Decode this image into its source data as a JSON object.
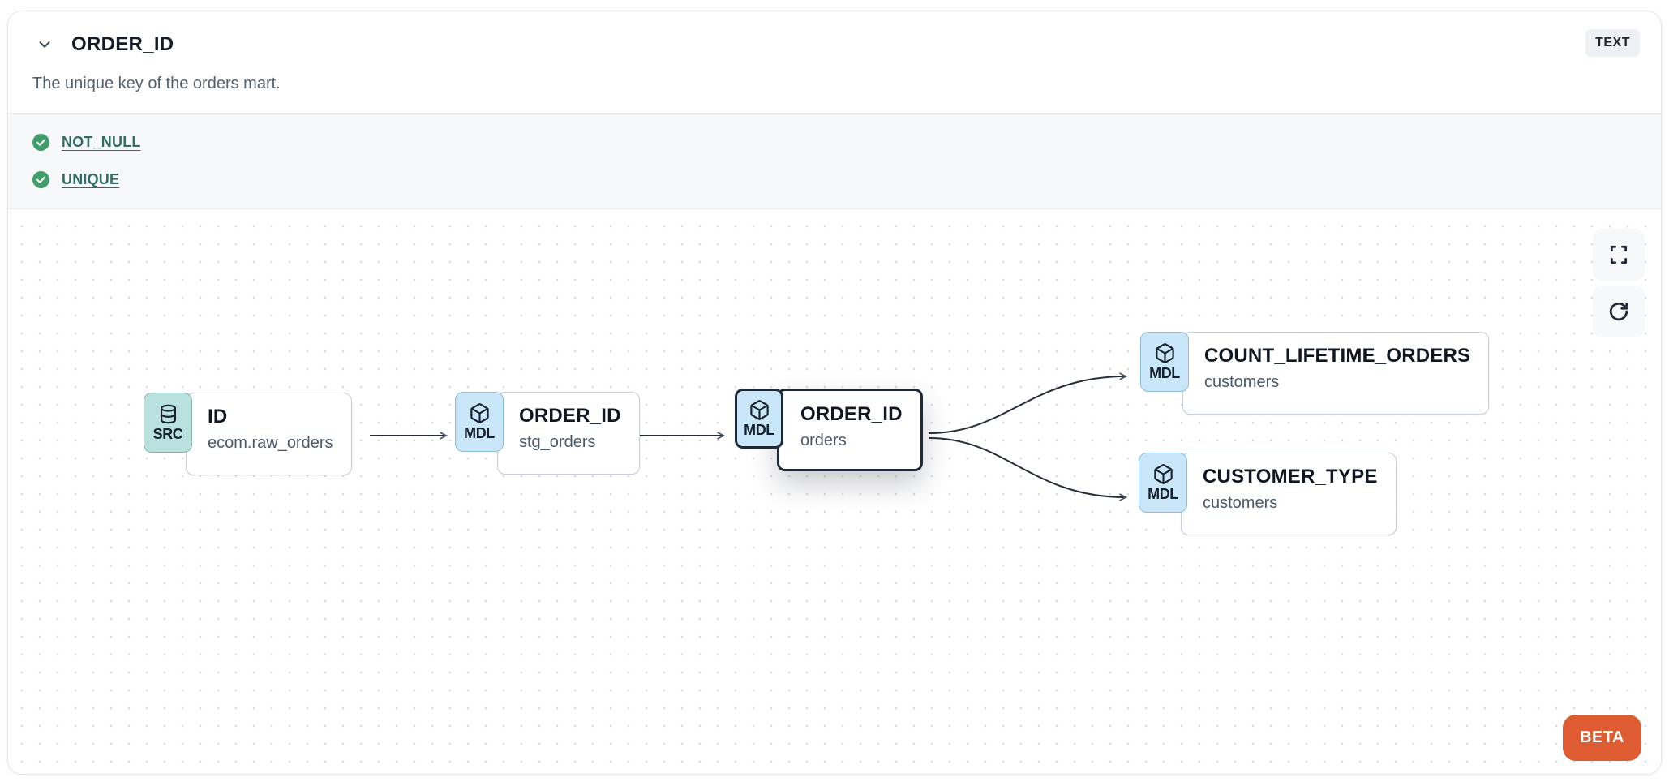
{
  "header": {
    "title": "ORDER_ID",
    "type_badge": "TEXT",
    "description": "The unique key of the orders mart.",
    "collapse_icon": "chevron-down-icon"
  },
  "tests": [
    {
      "label": "NOT_NULL",
      "status": "pass",
      "icon": "check-circle-icon"
    },
    {
      "label": "UNIQUE",
      "status": "pass",
      "icon": "check-circle-icon"
    }
  ],
  "lineage": {
    "nodes": [
      {
        "id": "src",
        "badge": "SRC",
        "icon": "database-icon",
        "title": "ID",
        "subtitle": "ecom.raw_orders",
        "selected": false
      },
      {
        "id": "stg",
        "badge": "MDL",
        "icon": "cube-icon",
        "title": "ORDER_ID",
        "subtitle": "stg_orders",
        "selected": false
      },
      {
        "id": "orders",
        "badge": "MDL",
        "icon": "cube-icon",
        "title": "ORDER_ID",
        "subtitle": "orders",
        "selected": true
      },
      {
        "id": "count",
        "badge": "MDL",
        "icon": "cube-icon",
        "title": "COUNT_LIFETIME_ORDERS",
        "subtitle": "customers",
        "selected": false
      },
      {
        "id": "cust",
        "badge": "MDL",
        "icon": "cube-icon",
        "title": "CUSTOMER_TYPE",
        "subtitle": "customers",
        "selected": false
      }
    ],
    "edges": [
      {
        "from": "ecom.raw_orders.ID",
        "to": "stg_orders.ORDER_ID"
      },
      {
        "from": "stg_orders.ORDER_ID",
        "to": "orders.ORDER_ID"
      },
      {
        "from": "orders.ORDER_ID",
        "to": "customers.COUNT_LIFETIME_ORDERS"
      },
      {
        "from": "orders.ORDER_ID",
        "to": "customers.CUSTOMER_TYPE"
      }
    ],
    "controls": {
      "fullscreen_icon": "maximize-icon",
      "refresh_icon": "rotate-cw-icon"
    },
    "beta_label": "BETA"
  },
  "colors": {
    "accent_orange": "#df5c33",
    "src_badge_bg": "#b9e1dd",
    "src_badge_border": "#86b5b0",
    "mdl_badge_bg": "#c9e7f9",
    "mdl_badge_border": "#8fbde0",
    "test_pass_green": "#3f9e6a",
    "link_teal": "#2f6d66",
    "selected_border": "#1f2937",
    "edge_color": "#272e3a"
  }
}
